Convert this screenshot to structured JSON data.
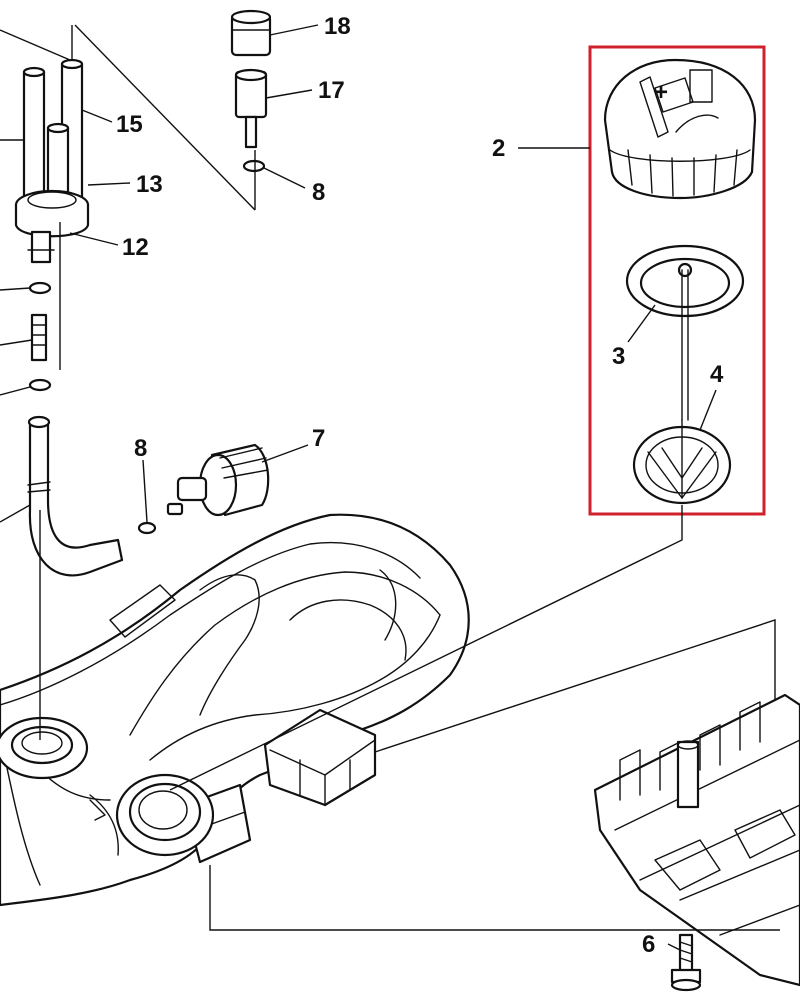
{
  "diagram": {
    "highlight_color": "#d0202c",
    "labels": {
      "p2": "2",
      "p3": "3",
      "p4": "4",
      "p6": "6",
      "p7": "7",
      "p8a": "8",
      "p8b": "8",
      "p12": "12",
      "p13": "13",
      "p15": "15",
      "p17": "17",
      "p18": "18"
    }
  }
}
